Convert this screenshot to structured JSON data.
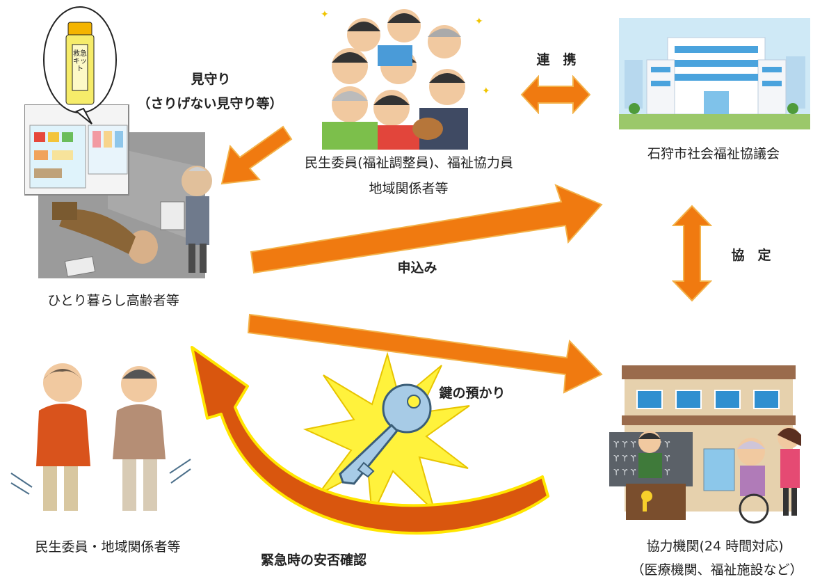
{
  "title_kit_label": "救急キット",
  "watch": {
    "line1": "見守り",
    "line2": "（さりげない見守り等）"
  },
  "volunteers": {
    "line1": "民生委員(福祉調整員)、福祉協力員",
    "line2": "地域関係者等"
  },
  "cooperation_label": "連　携",
  "council_label": "石狩市社会福祉協議会",
  "elderly_label": "ひとり暮らし高齢者等",
  "application_label": "申込み",
  "agreement_label": "協　定",
  "key_label": "鍵の預かり",
  "community_label": "民生委員・地域関係者等",
  "emergency_label": "緊急時の安否確認",
  "agency": {
    "line1": "協力機関(24 時間対応)",
    "line2": "（医療機関、福祉施設など）"
  },
  "colors": {
    "arrow": "#f07a10",
    "arrow_glow": "#ffe600",
    "building_council": "#ffffff",
    "building_agency": "#e6d1ad",
    "sky": "#cfe9f6"
  }
}
